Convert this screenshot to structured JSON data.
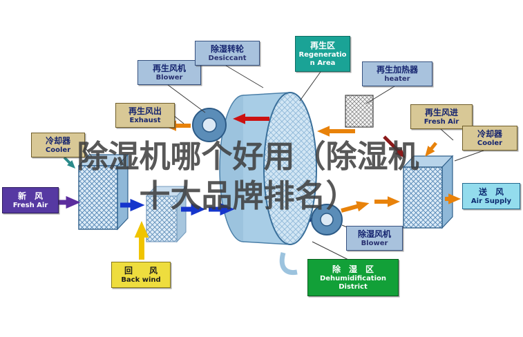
{
  "watermark": {
    "line1": "除湿机哪个好用（除湿机",
    "line2": "十大品牌排名）"
  },
  "labels": {
    "regen_blower": {
      "zh": "再生风机",
      "en": "Blower"
    },
    "desiccant": {
      "zh": "除湿转轮",
      "en": "Desiccant"
    },
    "regen_area": {
      "zh": "再生区",
      "en": "Regeneration Area"
    },
    "heater": {
      "zh": "再生加热器",
      "en": "heater"
    },
    "exhaust": {
      "zh": "再生风出",
      "en": "Exhaust"
    },
    "regen_fresh_air": {
      "zh": "再生风进",
      "en": "Fresh Air"
    },
    "cooler_left": {
      "zh": "冷却器",
      "en": "Cooler"
    },
    "cooler_right": {
      "zh": "冷却器",
      "en": "Cooler"
    },
    "fresh_air": {
      "zh": "新　风",
      "en": "Fresh Air"
    },
    "air_supply": {
      "zh": "送　风",
      "en": "Air Supply"
    },
    "back_wind": {
      "zh": "回　　风",
      "en": "Back wind"
    },
    "dehum_blower": {
      "zh": "除湿风机",
      "en": "Blower"
    },
    "dehum_area": {
      "zh": "除　湿　区",
      "en": "Dehumidification District"
    }
  },
  "colors": {
    "steel_label_bg": "#a8c2dd",
    "tan_label_bg": "#d8c896",
    "regen_area_bg": "#1aa396",
    "fresh_air_bg": "#5639a2",
    "air_supply_bg": "#93dced",
    "back_wind_bg": "#eedd3e",
    "dehum_area_bg": "#12a038",
    "wheel_fill": "#a8cde6",
    "arrow_blue": "#1535cc",
    "arrow_purple": "#5b2d9e",
    "arrow_orange": "#e8820a",
    "arrow_yellow": "#f0c400",
    "arrow_red": "#cc1111",
    "arrow_dark_red": "#8b1a1a",
    "watermark_color": "#3d3d3d"
  }
}
